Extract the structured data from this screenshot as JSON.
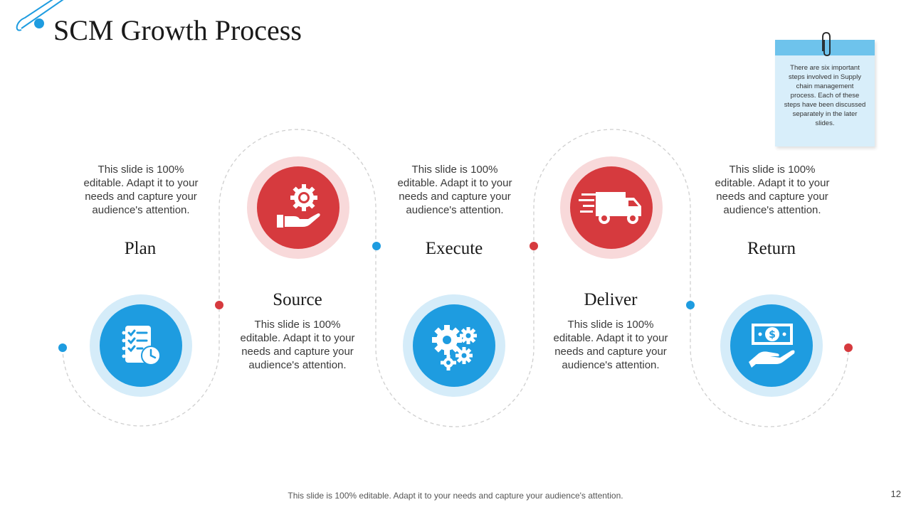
{
  "slide": {
    "title": "SCM Growth Process",
    "page_number": "12",
    "footer": "This slide is 100% editable. Adapt it to your needs and capture your audience's attention."
  },
  "note": {
    "text": "There are six important steps involved in Supply chain management process. Each of these steps have been discussed separately in the later slides."
  },
  "steps": [
    {
      "label": "Plan",
      "description": "This slide is 100% editable. Adapt it to your needs and capture your audience's attention.",
      "icon": "checklist-clock-icon",
      "color": "#1e9ce0"
    },
    {
      "label": "Source",
      "description": "This slide is 100% editable. Adapt it to your needs and capture your audience's attention.",
      "icon": "gear-hand-icon",
      "color": "#d63a3e"
    },
    {
      "label": "Execute",
      "description": "This slide is 100% editable. Adapt it to your needs and capture your audience's attention.",
      "icon": "gears-icon",
      "color": "#1e9ce0"
    },
    {
      "label": "Deliver",
      "description": "This slide is 100% editable. Adapt it to your needs and capture your audience's attention.",
      "icon": "delivery-truck-icon",
      "color": "#d63a3e"
    },
    {
      "label": "Return",
      "description": "This slide is 100% editable. Adapt it to your needs and capture your audience's attention.",
      "icon": "money-hand-icon",
      "color": "#1e9ce0"
    }
  ],
  "colors": {
    "accent_blue": "#1e9ce0",
    "accent_red": "#d63a3e",
    "light_blue": "#d5ecf9",
    "light_red": "#f8d9da"
  }
}
